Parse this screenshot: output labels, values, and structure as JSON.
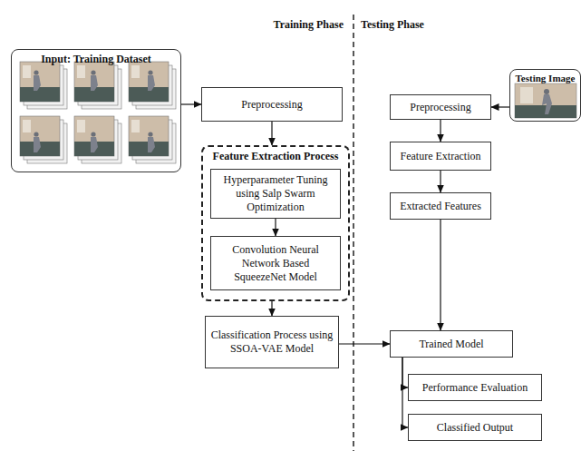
{
  "diagram": {
    "nodes": [
      {
        "text": [
          "Input: Training Dataset"
        ]
      },
      {
        "text": [
          "Preprocessing"
        ]
      },
      {
        "text": [
          "Feature Extraction Process"
        ]
      },
      {
        "text": [
          "Hyperparameter Tuning using Salp Swarm Optimization"
        ],
        "in": 2
      },
      {
        "text": [
          "Convolution Neural Network Based SqueezeNet Model"
        ],
        "in": 2
      },
      {
        "text": [
          "Classification Process using SSOA-VAE Model"
        ]
      },
      {
        "text": [
          "Testing Image"
        ]
      },
      {
        "text": [
          "Preprocessing"
        ]
      },
      {
        "text": [
          "Feature Extraction"
        ]
      },
      {
        "text": [
          "Extracted Features"
        ]
      },
      {
        "text": [
          "Trained Model"
        ]
      },
      {
        "text": [
          "Performance Evaluation"
        ]
      },
      {
        "text": [
          "Classified Output"
        ]
      }
    ],
    "edges": [
      {
        "from": 0,
        "to": 1,
        "arrow": "to"
      },
      {
        "from": 1,
        "to": 2,
        "arrow": "to"
      },
      {
        "from": 3,
        "to": 4,
        "arrow": "to"
      },
      {
        "from": 2,
        "to": 5,
        "arrow": "to"
      },
      {
        "from": 5,
        "to": 10,
        "arrow": "to"
      },
      {
        "from": 6,
        "to": 7,
        "arrow": "to"
      },
      {
        "from": 7,
        "to": 8,
        "arrow": "to"
      },
      {
        "from": 8,
        "to": 9,
        "arrow": "to"
      },
      {
        "from": 9,
        "to": 10,
        "arrow": "to"
      },
      {
        "from": 10,
        "to": 11,
        "arrow": "to"
      },
      {
        "from": 10,
        "to": 12,
        "arrow": "to"
      }
    ],
    "labels": [
      "Training Phase",
      "Testing Phase"
    ]
  }
}
